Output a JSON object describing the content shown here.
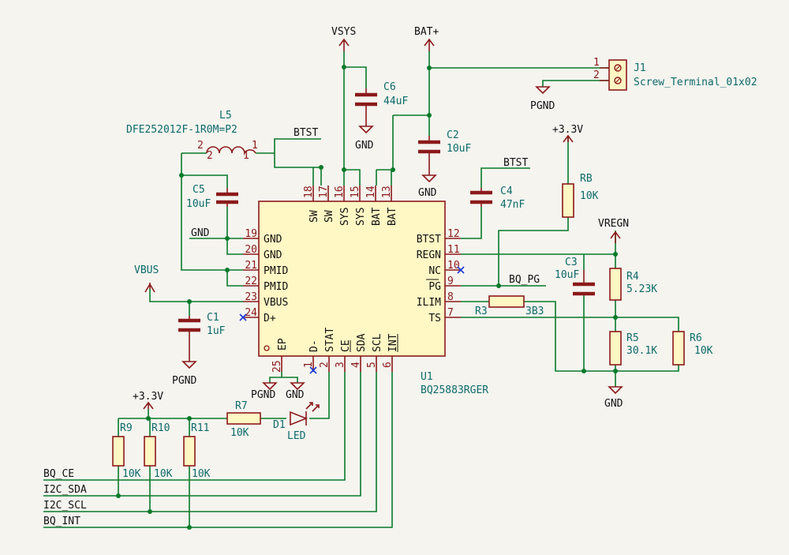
{
  "power": {
    "vsys": "VSYS",
    "bat_plus": "BAT+",
    "vbus": "VBUS",
    "vregn": "VREGN",
    "v33_a": "+3.3V",
    "v33_b": "+3.3V",
    "gnd": "GND",
    "pgnd": "PGND"
  },
  "nets": {
    "btst": "BTST",
    "bq_pg": "BQ_PG",
    "bq_ce": "BQ_CE",
    "i2c_sda": "I2C_SDA",
    "i2c_scl": "I2C_SCL",
    "bq_int": "BQ_INT",
    "gnd_label": "GND"
  },
  "parts": {
    "u1": {
      "ref": "U1",
      "value": "BQ25883RGER"
    },
    "l5": {
      "ref": "L5",
      "value": "DFE252012F-1R0M=P2",
      "pin1": "1",
      "pin2": "2"
    },
    "j1": {
      "ref": "J1",
      "value": "Screw_Terminal_01x02",
      "pin1": "1",
      "pin2": "2"
    },
    "c1": {
      "ref": "C1",
      "value": "1uF"
    },
    "c2": {
      "ref": "C2",
      "value": "10uF"
    },
    "c3": {
      "ref": "C3",
      "value": "10uF"
    },
    "c4": {
      "ref": "C4",
      "value": "47nF"
    },
    "c5": {
      "ref": "C5",
      "value": "10uF"
    },
    "c6": {
      "ref": "C6",
      "value": "44uF"
    },
    "r3": {
      "ref": "R3",
      "value": "3B3"
    },
    "r4": {
      "ref": "R4",
      "value": "5.23K"
    },
    "r5": {
      "ref": "R5",
      "value": "30.1K"
    },
    "r6": {
      "ref": "R6",
      "value": "10K"
    },
    "r7": {
      "ref": "R7",
      "value": "10K"
    },
    "r8": {
      "ref": "RB",
      "value": "10K"
    },
    "r9": {
      "ref": "R9",
      "value": "10K"
    },
    "r10": {
      "ref": "R10",
      "value": "10K"
    },
    "r11": {
      "ref": "R11",
      "value": "10K"
    },
    "d1": {
      "ref": "D1",
      "value": "LED"
    }
  },
  "pins": {
    "left": [
      {
        "num": "19",
        "name": "GND"
      },
      {
        "num": "20",
        "name": "GND"
      },
      {
        "num": "21",
        "name": "PMID"
      },
      {
        "num": "22",
        "name": "PMID"
      },
      {
        "num": "23",
        "name": "VBUS"
      },
      {
        "num": "24",
        "name": "D+"
      }
    ],
    "right": [
      {
        "num": "12",
        "name": "BTST"
      },
      {
        "num": "11",
        "name": "REGN"
      },
      {
        "num": "10",
        "name": "NC"
      },
      {
        "num": "9",
        "name": "PG"
      },
      {
        "num": "8",
        "name": "ILIM"
      },
      {
        "num": "7",
        "name": "TS"
      }
    ],
    "top": [
      {
        "num": "18",
        "name": "SW"
      },
      {
        "num": "17",
        "name": "SW"
      },
      {
        "num": "16",
        "name": "SYS"
      },
      {
        "num": "15",
        "name": "SYS"
      },
      {
        "num": "14",
        "name": "BAT"
      },
      {
        "num": "13",
        "name": "BAT"
      }
    ],
    "bottom": [
      {
        "num": "25",
        "name": "EP"
      },
      {
        "num": "1",
        "name": "D-"
      },
      {
        "num": "2",
        "name": "STAT"
      },
      {
        "num": "3",
        "name": "CE"
      },
      {
        "num": "4",
        "name": "SDA"
      },
      {
        "num": "5",
        "name": "SCL"
      },
      {
        "num": "6",
        "name": "INT"
      }
    ]
  },
  "colors": {
    "wire": "#0a7a2a",
    "part": "#8b1a1a",
    "body": "#fff7c4",
    "label": "#0d6a6a",
    "background": "#f5f4ef"
  }
}
